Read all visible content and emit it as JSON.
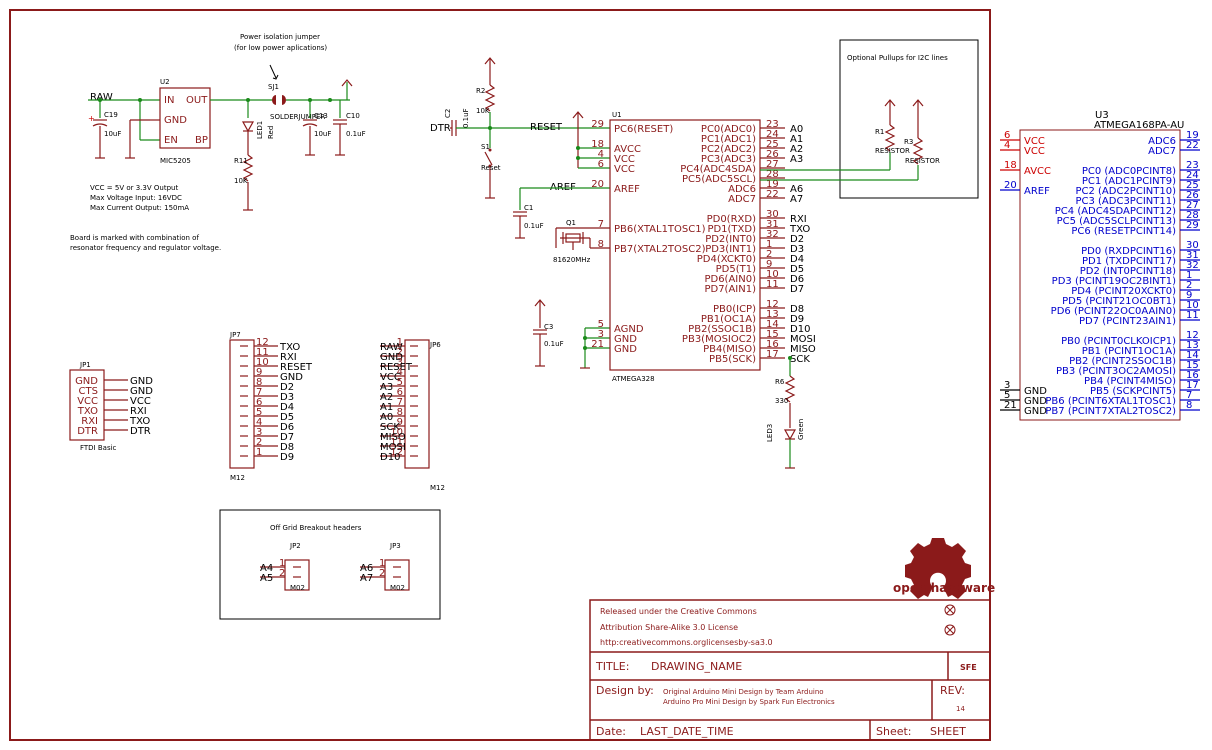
{
  "sheet": {
    "jumper_title": "Power isolation jumper",
    "jumper_sub": "(for low power aplications)",
    "pullups_title": "Optional Pullups for I2C lines",
    "breakout_title": "Off Grid Breakout headers",
    "notes": [
      "VCC = 5V or 3.3V Output",
      "Max Voltage Input: 16VDC",
      "Max Current Output: 150mA"
    ],
    "board_note": [
      "Board is marked with combination of",
      "resonator frequency and regulator voltage."
    ]
  },
  "power": {
    "raw": "RAW",
    "u2": "U2",
    "in": "IN",
    "out": "OUT",
    "gnd": "GND",
    "en": "EN",
    "bp": "BP",
    "part": "MIC5205",
    "c19": "C19",
    "c19v": "10uF",
    "sj1": "SJ1",
    "sj_lbl": "SOLDERJUMPER",
    "led1": "LED1",
    "led1c": "Red",
    "c13": "C13",
    "c13v": "10uF",
    "c10": "C10",
    "c10v": "0.1uF",
    "r11": "R11",
    "r11v": "10K"
  },
  "reset": {
    "r2": "R2",
    "r2v": "10K",
    "c2": "C2",
    "c2v": "0.1uF",
    "dtr": "DTR",
    "reset": "RESET",
    "s1": "S1",
    "s1l": "Reset",
    "aref": "AREF",
    "c1": "C1",
    "c1v": "0.1uF",
    "q1": "Q1",
    "q1v": "81620MHz",
    "c3": "C3",
    "c3v": "0.1uF"
  },
  "u1": {
    "name": "U1",
    "part": "ATMEGA328",
    "left": [
      {
        "num": "29",
        "pin": "PC6(RESET)"
      },
      {
        "num": "18",
        "pin": "AVCC"
      },
      {
        "num": "4",
        "pin": "VCC"
      },
      {
        "num": "6",
        "pin": "VCC"
      },
      {
        "num": "20",
        "pin": "AREF"
      },
      {
        "num": "7",
        "pin": "PB6(XTAL1TOSC1)"
      },
      {
        "num": "8",
        "pin": "PB7(XTAL2TOSC2)"
      },
      {
        "num": "5",
        "pin": "AGND"
      },
      {
        "num": "3",
        "pin": "GND"
      },
      {
        "num": "21",
        "pin": "GND"
      }
    ],
    "right": [
      {
        "pin": "PC0(ADC0)",
        "num": "23",
        "net": "A0"
      },
      {
        "pin": "PC1(ADC1)",
        "num": "24",
        "net": "A1"
      },
      {
        "pin": "PC2(ADC2)",
        "num": "25",
        "net": "A2"
      },
      {
        "pin": "PC3(ADC3)",
        "num": "26",
        "net": "A3"
      },
      {
        "pin": "PC4(ADC4SDA)",
        "num": "27",
        "net": ""
      },
      {
        "pin": "PC5(ADC5SCL)",
        "num": "28",
        "net": ""
      },
      {
        "pin": "ADC6",
        "num": "19",
        "net": "A6"
      },
      {
        "pin": "ADC7",
        "num": "22",
        "net": "A7"
      },
      {
        "pin": "PD0(RXD)",
        "num": "30",
        "net": "RXI"
      },
      {
        "pin": "PD1(TXD)",
        "num": "31",
        "net": "TXO"
      },
      {
        "pin": "PD2(INT0)",
        "num": "32",
        "net": "D2"
      },
      {
        "pin": "PD3(INT1)",
        "num": "1",
        "net": "D3"
      },
      {
        "pin": "PD4(XCKT0)",
        "num": "2",
        "net": "D4"
      },
      {
        "pin": "PD5(T1)",
        "num": "9",
        "net": "D5"
      },
      {
        "pin": "PD6(AIN0)",
        "num": "10",
        "net": "D6"
      },
      {
        "pin": "PD7(AIN1)",
        "num": "11",
        "net": "D7"
      },
      {
        "pin": "PB0(ICP)",
        "num": "12",
        "net": "D8"
      },
      {
        "pin": "PB1(OC1A)",
        "num": "13",
        "net": "D9"
      },
      {
        "pin": "PB2(SSOC1B)",
        "num": "14",
        "net": "D10"
      },
      {
        "pin": "PB3(MOSIOC2)",
        "num": "15",
        "net": "MOSI"
      },
      {
        "pin": "PB4(MISO)",
        "num": "16",
        "net": "MISO"
      },
      {
        "pin": "PB5(SCK)",
        "num": "17",
        "net": "SCK"
      }
    ]
  },
  "pullups": {
    "r1": "R1",
    "r1v": "RESISTOR",
    "r3": "R3",
    "r3v": "RESISTOR"
  },
  "led3": {
    "r6": "R6",
    "r6v": "330",
    "led": "LED3",
    "color": "Green"
  },
  "u3": {
    "name": "U3",
    "part": "ATMEGA168PA-AU",
    "left": [
      {
        "num": "6",
        "pin": "VCC",
        "c": "red"
      },
      {
        "num": "4",
        "pin": "VCC",
        "c": "red"
      },
      {
        "num": "18",
        "pin": "AVCC",
        "c": "red"
      },
      {
        "num": "20",
        "pin": "AREF",
        "c": "blue"
      },
      {
        "num": "3",
        "pin": "GND",
        "c": "black"
      },
      {
        "num": "5",
        "pin": "GND",
        "c": "black"
      },
      {
        "num": "21",
        "pin": "GND",
        "c": "black"
      }
    ],
    "right": [
      {
        "pin": "ADC6",
        "num": "19"
      },
      {
        "pin": "ADC7",
        "num": "22"
      },
      {
        "pin": "PC0 (ADC0PCINT8)",
        "num": "23"
      },
      {
        "pin": "PC1 (ADC1PCINT9)",
        "num": "24"
      },
      {
        "pin": "PC2 (ADC2PCINT10)",
        "num": "25"
      },
      {
        "pin": "PC3 (ADC3PCINT11)",
        "num": "26"
      },
      {
        "pin": "PC4 (ADC4SDAPCINT12)",
        "num": "27"
      },
      {
        "pin": "PC5 (ADC5SCLPCINT13)",
        "num": "28"
      },
      {
        "pin": "PC6 (RESETPCINT14)",
        "num": "29"
      },
      {
        "pin": "PD0 (RXDPCINT16)",
        "num": "30"
      },
      {
        "pin": "PD1 (TXDPCINT17)",
        "num": "31"
      },
      {
        "pin": "PD2 (INT0PCINT18)",
        "num": "32"
      },
      {
        "pin": "PD3 (PCINT19OC2BINT1)",
        "num": "1"
      },
      {
        "pin": "PD4 (PCINT20XCKT0)",
        "num": "2"
      },
      {
        "pin": "PD5 (PCINT21OC0BT1)",
        "num": "9"
      },
      {
        "pin": "PD6 (PCINT22OC0AAIN0)",
        "num": "10"
      },
      {
        "pin": "PD7 (PCINT23AIN1)",
        "num": "11"
      },
      {
        "pin": "PB0 (PCINT0CLKOICP1)",
        "num": "12"
      },
      {
        "pin": "PB1 (PCINT1OC1A)",
        "num": "13"
      },
      {
        "pin": "PB2 (PCINT2SSOC1B)",
        "num": "14"
      },
      {
        "pin": "PB3 (PCINT3OC2AMOSI)",
        "num": "15"
      },
      {
        "pin": "PB4 (PCINT4MISO)",
        "num": "16"
      },
      {
        "pin": "PB5 (SCKPCINT5)",
        "num": "17"
      },
      {
        "pin": "PB6 (PCINT6XTAL1TOSC1)",
        "num": "7"
      },
      {
        "pin": "PB7 (PCINT7XTAL2TOSC2)",
        "num": "8"
      }
    ]
  },
  "jp1": {
    "name": "JP1",
    "part": "FTDI Basic",
    "pins": [
      {
        "pin": "GND",
        "net": "GND"
      },
      {
        "pin": "CTS",
        "net": "GND"
      },
      {
        "pin": "VCC",
        "net": "VCC"
      },
      {
        "pin": "TXO",
        "net": "RXI"
      },
      {
        "pin": "RXI",
        "net": "TXO"
      },
      {
        "pin": "DTR",
        "net": "DTR"
      }
    ]
  },
  "jp7": {
    "name": "JP7",
    "part": "M12",
    "pins": [
      {
        "num": "12",
        "net": "TXO"
      },
      {
        "num": "11",
        "net": "RXI"
      },
      {
        "num": "10",
        "net": "RESET"
      },
      {
        "num": "9",
        "net": "GND"
      },
      {
        "num": "8",
        "net": "D2"
      },
      {
        "num": "7",
        "net": "D3"
      },
      {
        "num": "6",
        "net": "D4"
      },
      {
        "num": "5",
        "net": "D5"
      },
      {
        "num": "4",
        "net": "D6"
      },
      {
        "num": "3",
        "net": "D7"
      },
      {
        "num": "2",
        "net": "D8"
      },
      {
        "num": "1",
        "net": "D9"
      }
    ]
  },
  "jp6": {
    "name": "JP6",
    "part": "M12",
    "pins": [
      {
        "num": "1",
        "net": "RAW"
      },
      {
        "num": "2",
        "net": "GND"
      },
      {
        "num": "3",
        "net": "RESET"
      },
      {
        "num": "4",
        "net": "VCC"
      },
      {
        "num": "5",
        "net": "A3"
      },
      {
        "num": "6",
        "net": "A2"
      },
      {
        "num": "7",
        "net": "A1"
      },
      {
        "num": "8",
        "net": "A0"
      },
      {
        "num": "9",
        "net": "SCK"
      },
      {
        "num": "10",
        "net": "MISO"
      },
      {
        "num": "11",
        "net": "MOSI"
      },
      {
        "num": "12",
        "net": "D10"
      }
    ]
  },
  "jp2": {
    "name": "JP2",
    "part": "M02",
    "pins": [
      {
        "num": "1",
        "net": "A4"
      },
      {
        "num": "2",
        "net": "A5"
      }
    ]
  },
  "jp3": {
    "name": "JP3",
    "part": "M02",
    "pins": [
      {
        "num": "1",
        "net": "A6"
      },
      {
        "num": "2",
        "net": "A7"
      }
    ]
  },
  "logo": {
    "text": "open hardware"
  },
  "titleblock": {
    "license1": "Released under the Creative Commons",
    "license2": "Attribution Share-Alike 3.0 License",
    "license3": "http:creativecommons.orglicensesby-sa3.0",
    "title_label": "TITLE:",
    "title": "DRAWING_NAME",
    "sfe": "SFE",
    "design_label": "Design by:",
    "design1": "Original Arduino Mini Design by Team Arduino",
    "design2": "Arduino Pro Mini Design by Spark Fun Electronics",
    "rev_label": "REV:",
    "rev": "14",
    "date_label": "Date:",
    "date": "LAST_DATE_TIME",
    "sheet_label": "Sheet:",
    "sheet": "SHEET"
  },
  "colors": {
    "part": "#8b1a1a",
    "wire": "#1a8a1a",
    "pin_blue": "#0000cc",
    "pin_red": "#cc0000"
  }
}
